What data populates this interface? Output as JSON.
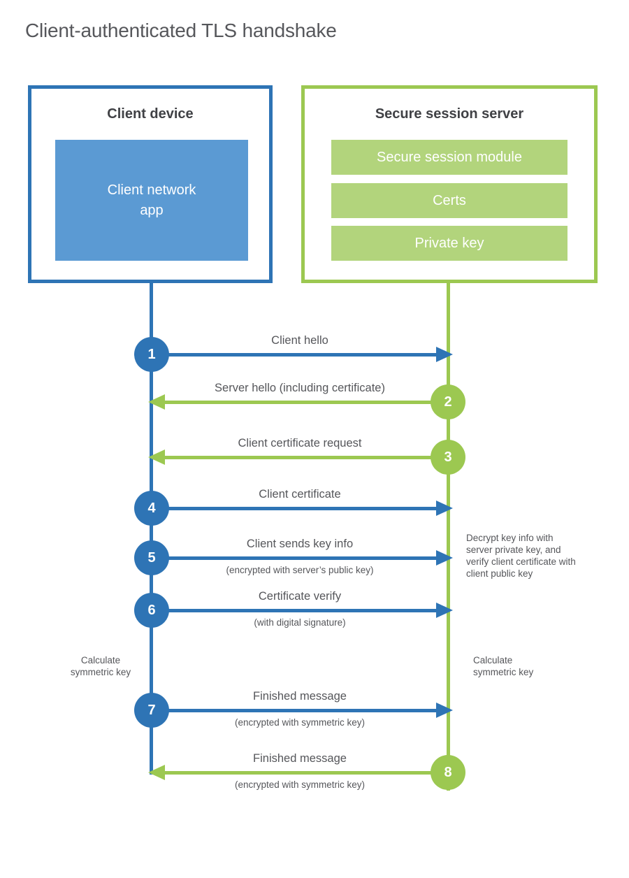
{
  "title": "Client-authenticated TLS handshake",
  "client": {
    "title": "Client device",
    "app_label": "Client network\napp"
  },
  "server": {
    "title": "Secure session server",
    "modules": [
      "Secure session module",
      "Certs",
      "Private key"
    ]
  },
  "messages": [
    {
      "step": "1",
      "from": "client",
      "label": "Client hello",
      "sub": ""
    },
    {
      "step": "2",
      "from": "server",
      "label": "Server hello (including certificate)",
      "sub": ""
    },
    {
      "step": "3",
      "from": "server",
      "label": "Client certificate request",
      "sub": ""
    },
    {
      "step": "4",
      "from": "client",
      "label": "Client certificate",
      "sub": ""
    },
    {
      "step": "5",
      "from": "client",
      "label": "Client sends key info",
      "sub": "(encrypted with server’s public key)"
    },
    {
      "step": "6",
      "from": "client",
      "label": "Certificate verify",
      "sub": "(with digital signature)"
    },
    {
      "step": "7",
      "from": "client",
      "label": "Finished message",
      "sub": "(encrypted with symmetric key)"
    },
    {
      "step": "8",
      "from": "server",
      "label": "Finished message",
      "sub": "(encrypted with symmetric key)"
    }
  ],
  "annotations": {
    "decrypt_note": "Decrypt key info with server private key, and verify client certificate with client public key",
    "calc_left": "Calculate\nsymmetric key",
    "calc_right": "Calculate\nsymmetric key"
  },
  "colors": {
    "blue_stroke": "#2e74b5",
    "blue_fill": "#5b9ad3",
    "green_stroke": "#9cc851",
    "green_fill": "#b2d47c",
    "heading_text": "#404145",
    "body_text": "#55565a"
  }
}
